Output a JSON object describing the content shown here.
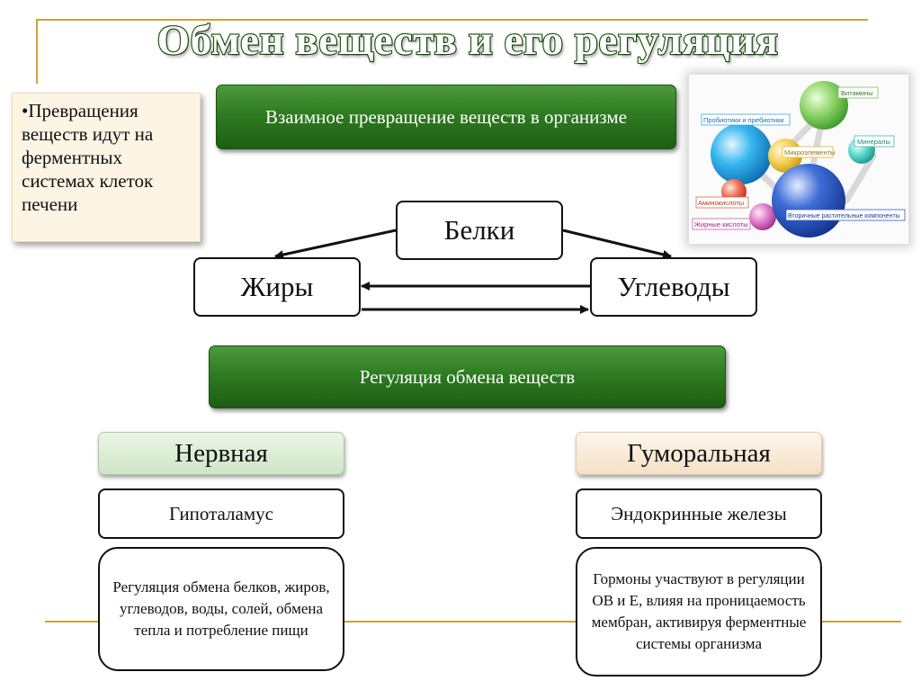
{
  "title": "Обмен веществ и его регуляция",
  "note": "•Превращения веществ идут на ферментных системах клеток печени",
  "conversion_header": "Взаимное превращение веществ в организме",
  "nodes": {
    "proteins": "Белки",
    "fats": "Жиры",
    "carbohydrates": "Углеводы"
  },
  "regulation_header": "Регуляция обмена веществ",
  "nervous": {
    "label": "Нервная",
    "organ": "Гипоталамус",
    "description": "Регуляция обмена белков, жиров, углеводов, воды, солей, обмена тепла и потребление пищи"
  },
  "humoral": {
    "label": "Гуморальная",
    "organ": "Эндокринные железы",
    "description": "Гормоны участвуют в регуляции ОВ и Е, влияя на проницаемость мембран, активируя ферментные системы организма"
  },
  "nutrients_image": {
    "labels": {
      "vitamins": "Витамины",
      "probiotics": "Пробиотики и пребиотики",
      "microelements": "Микроэлементы",
      "minerals": "Минералы",
      "amino_acids": "Аминокислоты",
      "fatty_acids": "Жирные кислоты",
      "phyto": "Вторичные растительные компоненты"
    }
  },
  "colors": {
    "green_bar": "#2f7b22",
    "title_outline": "#235a17",
    "accent_line": "#caa43a",
    "nervous_fill": "#d8ecd1",
    "humoral_fill": "#f8e8d2"
  }
}
